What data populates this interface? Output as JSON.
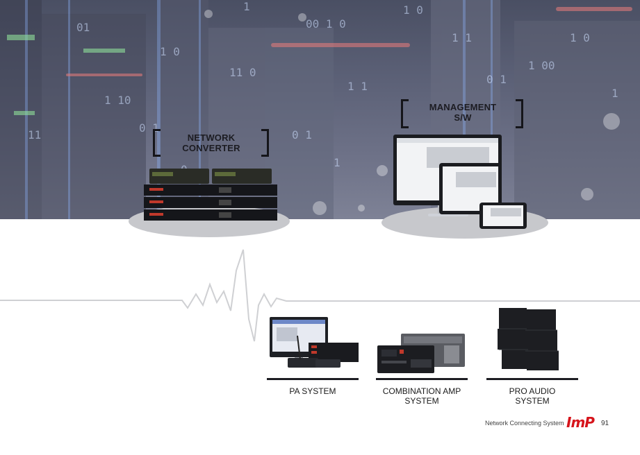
{
  "hero": {
    "network_converter": {
      "line1": "NETWORK",
      "line2": "CONVERTER"
    },
    "management": {
      "line1": "MANAGEMENT",
      "line2": "S/W"
    }
  },
  "systems": [
    {
      "line1": "PA SYSTEM",
      "line2": ""
    },
    {
      "line1": "COMBINATION AMP",
      "line2": "SYSTEM"
    },
    {
      "line1": "PRO AUDIO",
      "line2": "SYSTEM"
    }
  ],
  "footer": {
    "caption": "Network Connecting System",
    "brand": "ImP",
    "page": "91"
  },
  "colors": {
    "accent": "#d6141b",
    "hero_base": "#5b6076"
  }
}
